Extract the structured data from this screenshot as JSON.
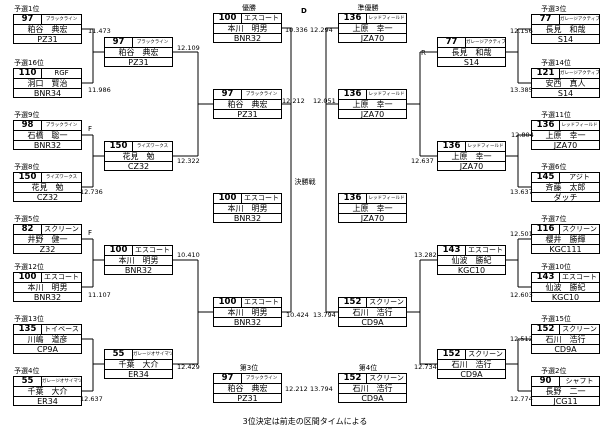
{
  "headers": {
    "winner": "優勝",
    "runner_up": "準優勝",
    "third": "第3位",
    "fourth": "第4位",
    "final": "決勝戦"
  },
  "letters": {
    "d": "D",
    "r": "R",
    "f1": "F",
    "f2": "F"
  },
  "footer": "3位決定は前走の区間タイムによる",
  "left_seeds": [
    "予選1位",
    "予選16位",
    "予選9位",
    "予選8位",
    "予選5位",
    "予選12位",
    "予選13位",
    "予選4位"
  ],
  "right_seeds": [
    "予選3位",
    "予選14位",
    "予選11位",
    "予選6位",
    "予選7位",
    "予選10位",
    "予選15位",
    "予選2位"
  ],
  "entries": {
    "L1": {
      "num": "97",
      "team": "ブラックライン",
      "name": "粕谷　典宏",
      "car": "PZ31"
    },
    "L2": {
      "num": "110",
      "team": "RGF",
      "name": "洞口　賢治",
      "car": "BNR34"
    },
    "L3": {
      "num": "98",
      "team": "ブラックライン",
      "name": "石橋　聡一",
      "car": "BNR32"
    },
    "L4": {
      "num": "150",
      "team": "ライズワークス",
      "name": "花見　勉",
      "car": "CZ32"
    },
    "L5": {
      "num": "82",
      "team": "スクリーン",
      "name": "井野　健一",
      "car": "Z32"
    },
    "L6": {
      "num": "100",
      "team": "エスコート",
      "name": "本川　明男",
      "car": "BNR32"
    },
    "L7": {
      "num": "135",
      "team": "トイベース",
      "name": "川嶋　道彦",
      "car": "CP9A"
    },
    "L8": {
      "num": "55",
      "team": "ガレージオサイマツ",
      "name": "千葉　大介",
      "car": "ER34"
    },
    "R1": {
      "num": "77",
      "team": "ガレージアクティブ",
      "name": "長見　和哉",
      "car": "S14"
    },
    "R2": {
      "num": "121",
      "team": "ガレージアクティブ",
      "name": "安西　真人",
      "car": "S14"
    },
    "R3": {
      "num": "136",
      "team": "レッドフィールド",
      "name": "上原　幸一",
      "car": "JZA70"
    },
    "R4": {
      "num": "145",
      "team": "アジト",
      "name": "斉藤　太郎",
      "car": "ダッチ"
    },
    "R5": {
      "num": "116",
      "team": "スクリーン",
      "name": "櫻井　勝輝",
      "car": "KGC111"
    },
    "R6": {
      "num": "143",
      "team": "エスコート",
      "name": "仙波　勝紀",
      "car": "KGC10"
    },
    "R7": {
      "num": "152",
      "team": "スクリーン",
      "name": "石川　浩行",
      "car": "CD9A"
    },
    "R8": {
      "num": "90",
      "team": "シャフト",
      "name": "長野　二一",
      "car": "JCG11"
    },
    "LQ1": {
      "num": "97",
      "team": "ブラックライン",
      "name": "粕谷　典宏",
      "car": "PZ31"
    },
    "LQ2": {
      "num": "150",
      "team": "ライズワークス",
      "name": "花見　勉",
      "car": "CZ32"
    },
    "LQ3": {
      "num": "100",
      "team": "エスコート",
      "name": "本川　明男",
      "car": "BNR32"
    },
    "LQ4": {
      "num": "55",
      "team": "ガレージオサイマツ",
      "name": "千葉　大介",
      "car": "ER34"
    },
    "RQ1": {
      "num": "77",
      "team": "ガレージアクティブ",
      "name": "長見　和哉",
      "car": "S14"
    },
    "RQ2": {
      "num": "136",
      "team": "レッドフィールド",
      "name": "上原　幸一",
      "car": "JZA70"
    },
    "RQ3": {
      "num": "143",
      "team": "エスコート",
      "name": "仙波　勝紀",
      "car": "KGC10"
    },
    "RQ4": {
      "num": "152",
      "team": "スクリーン",
      "name": "石川　浩行",
      "car": "CD9A"
    },
    "LS1": {
      "num": "97",
      "team": "ブラックライン",
      "name": "粕谷　典宏",
      "car": "PZ31"
    },
    "LS2": {
      "num": "100",
      "team": "エスコート",
      "name": "本川　明男",
      "car": "BNR32"
    },
    "RS1": {
      "num": "136",
      "team": "レッドフィールド",
      "name": "上原　幸一",
      "car": "JZA70"
    },
    "RS2": {
      "num": "152",
      "team": "スクリーン",
      "name": "石川　浩行",
      "car": "CD9A"
    },
    "FL": {
      "num": "100",
      "team": "エスコート",
      "name": "本川　明男",
      "car": "BNR32"
    },
    "FR": {
      "num": "136",
      "team": "レッドフィールド",
      "name": "上原　幸一",
      "car": "JZA70"
    },
    "WIN": {
      "num": "100",
      "team": "エスコート",
      "name": "本川　明男",
      "car": "BNR32"
    },
    "RUP": {
      "num": "136",
      "team": "レッドフィールド",
      "name": "上原　幸一",
      "car": "JZA70"
    },
    "TH3": {
      "num": "97",
      "team": "ブラックライン",
      "name": "粕谷　典宏",
      "car": "PZ31"
    },
    "TH4": {
      "num": "152",
      "team": "スクリーン",
      "name": "石川　浩行",
      "car": "CD9A"
    }
  },
  "times": {
    "L1": "11.473",
    "L2": "11.986",
    "L4": "12.736",
    "L6": "11.107",
    "L8": "12.637",
    "LQ1": "12.109",
    "LQ2": "12.322",
    "LQ3": "10.410",
    "LQ4": "12.429",
    "LS1": "12.212",
    "LS2": "10.424",
    "WIN": "10.336",
    "RUP": "12.294",
    "R1": "12.156",
    "R2": "13.385",
    "R3": "12.804",
    "R4": "13.637",
    "R5": "12.501",
    "R6": "12.603",
    "R7": "12.512",
    "R8": "12.774",
    "RQ2": "12.637",
    "RQ3": "13.282",
    "RQ4": "12.734",
    "RS1": "12.051",
    "RS2": "13.794",
    "TH3": "12.212",
    "TH4": "13.794"
  }
}
